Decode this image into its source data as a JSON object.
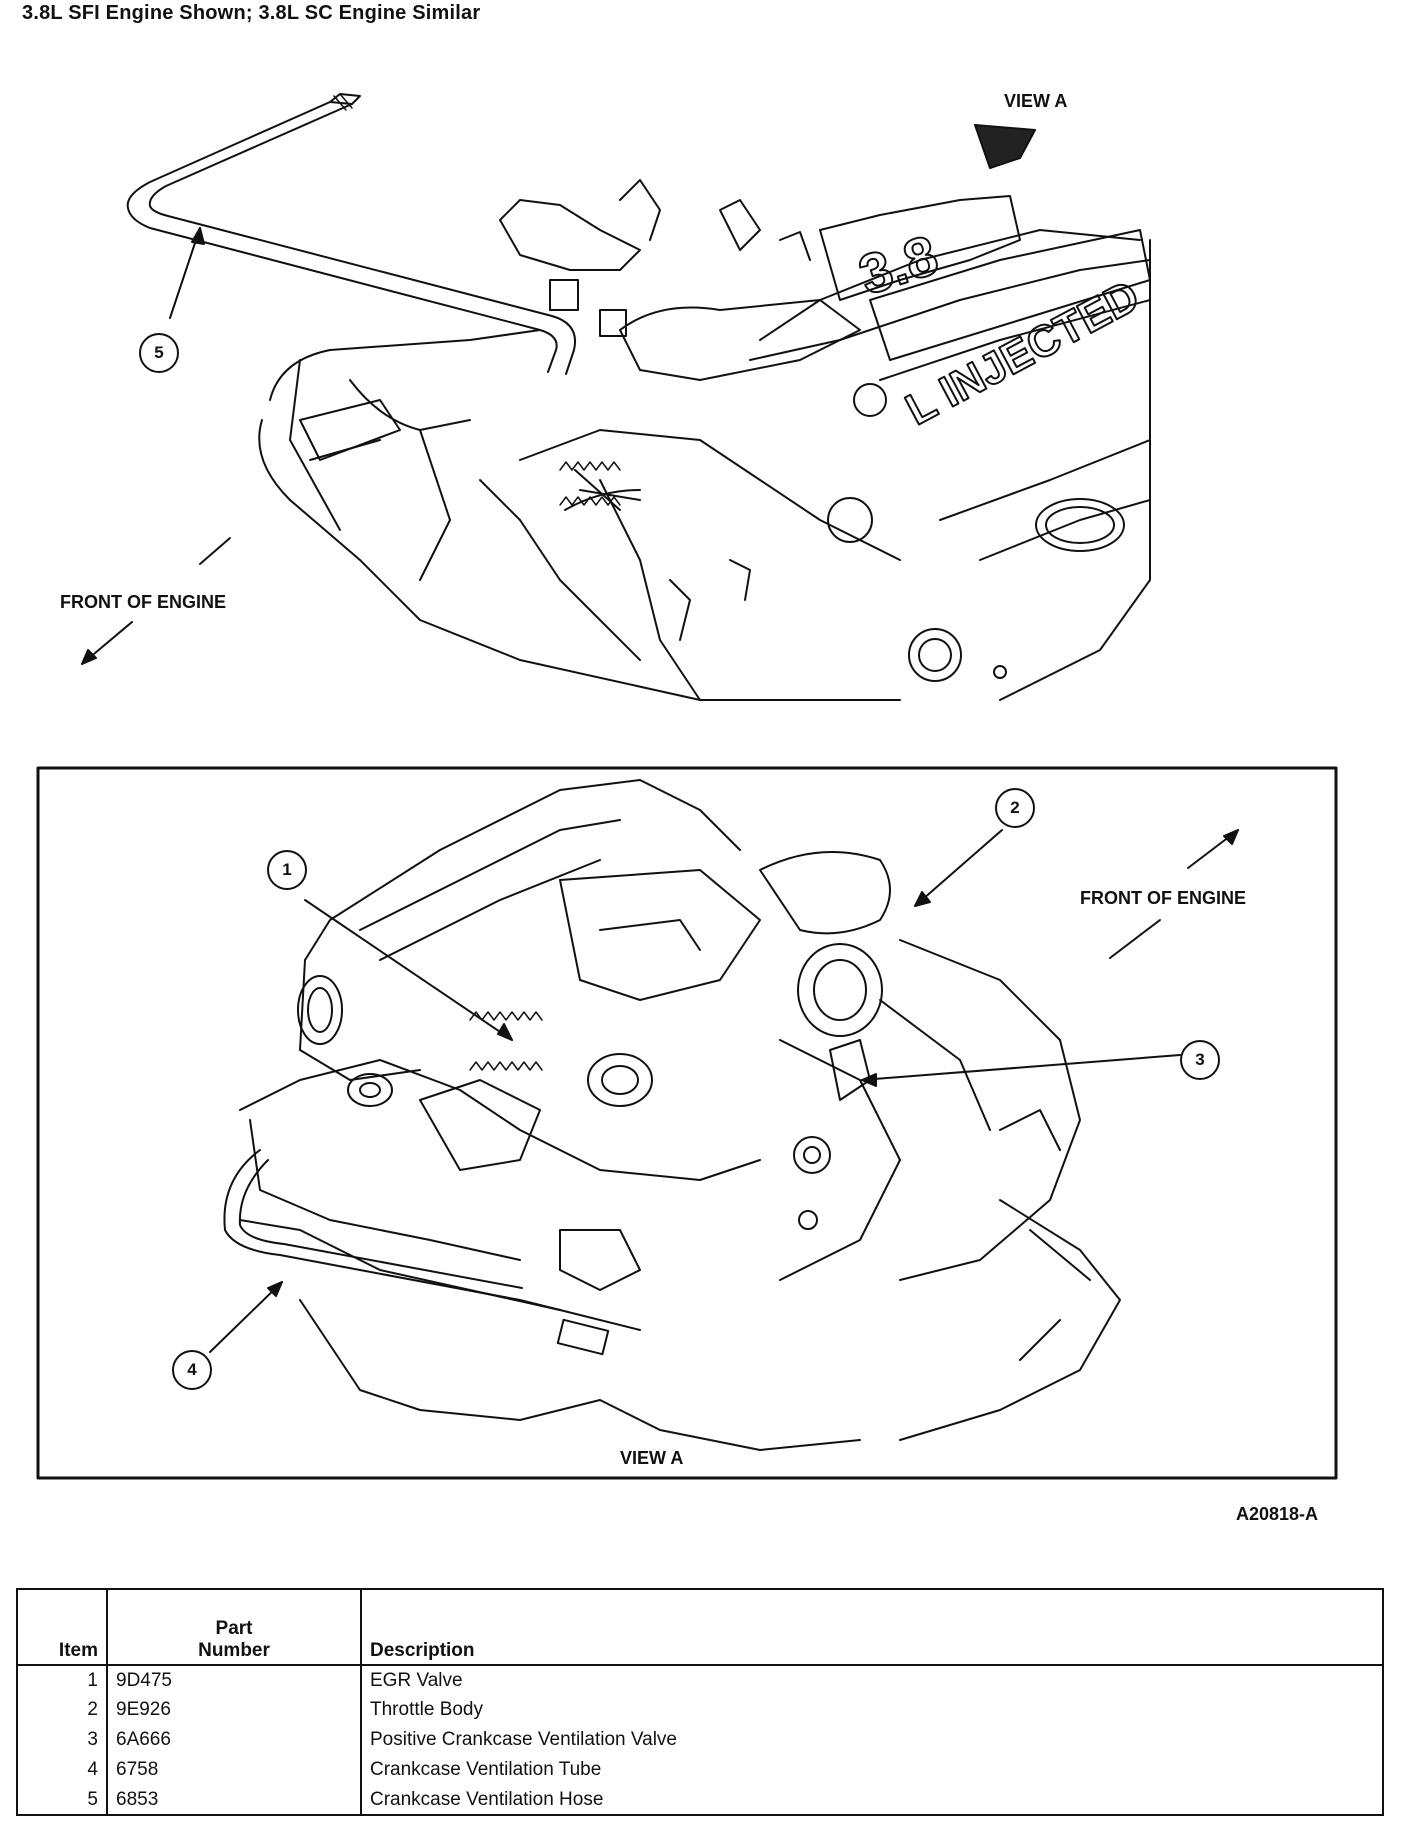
{
  "heading": "3.8L SFI Engine Shown; 3.8L SC Engine Similar",
  "upper_figure": {
    "view_label": "VIEW A",
    "front_label": "FRONT OF ENGINE",
    "callouts": [
      "5"
    ],
    "engine_text": [
      "3.8",
      "L INJECTED"
    ]
  },
  "lower_figure": {
    "view_label": "VIEW A",
    "front_label": "FRONT OF ENGINE",
    "callouts": [
      "1",
      "2",
      "3",
      "4"
    ]
  },
  "figure_id": "A20818-A",
  "parts_table": {
    "headers": {
      "item": "Item",
      "part_number_line1": "Part",
      "part_number_line2": "Number",
      "description": "Description"
    },
    "rows": [
      {
        "item": "1",
        "part_number": "9D475",
        "description": "EGR Valve"
      },
      {
        "item": "2",
        "part_number": "9E926",
        "description": "Throttle Body"
      },
      {
        "item": "3",
        "part_number": "6A666",
        "description": "Positive Crankcase Ventilation Valve"
      },
      {
        "item": "4",
        "part_number": "6758",
        "description": "Crankcase Ventilation Tube"
      },
      {
        "item": "5",
        "part_number": "6853",
        "description": "Crankcase Ventilation Hose"
      }
    ]
  }
}
